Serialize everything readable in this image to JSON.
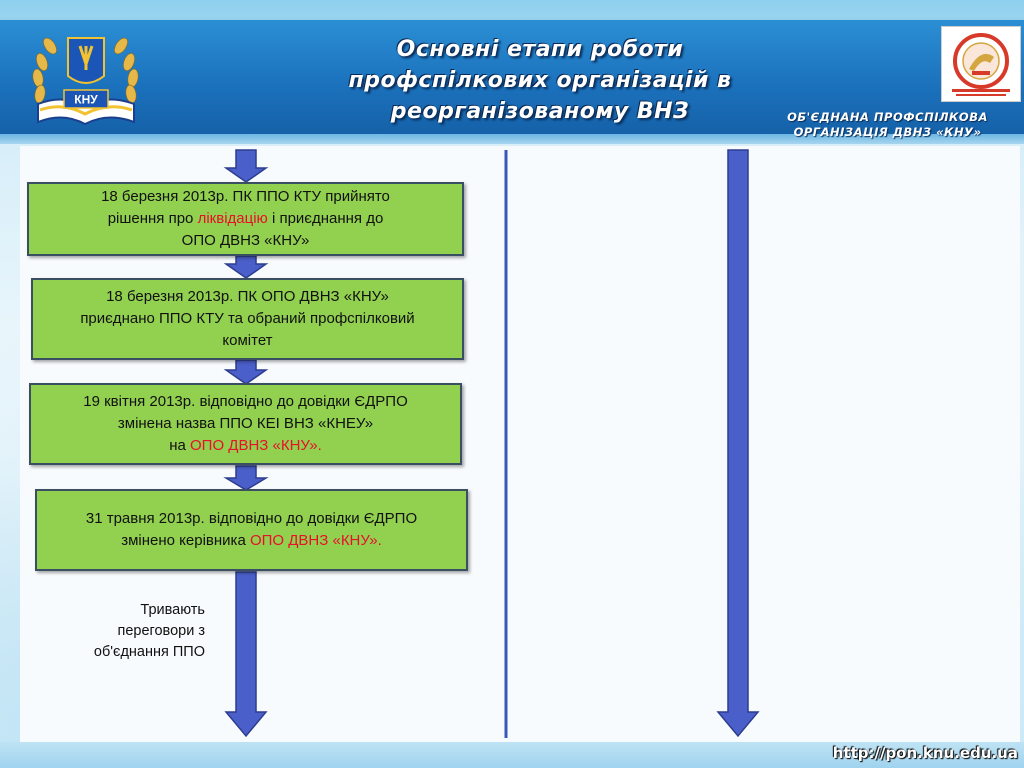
{
  "header": {
    "title_line1": "Основні етапи роботи",
    "title_line2": "профспілкових організацій в",
    "title_line3": "реорганізованому ВНЗ",
    "org_line1": "ОБ'ЄДНАНА ПРОФСПІЛКОВА",
    "org_line2": "ОРГАНІЗАЦІЯ  ДВНЗ «КНУ»",
    "logo_left_text": "КНУ"
  },
  "steps": [
    {
      "line1": "18 березня 2013р. ПК ППО КТУ прийнято",
      "line2_pre": "рішення про ",
      "line2_red": "ліквідацію",
      "line2_post": " і приєднання до",
      "line3": "ОПО ДВНЗ «КНУ»"
    },
    {
      "line1": "18 березня 2013р. ПК ОПО ДВНЗ «КНУ»",
      "line2": "приєднано ППО КТУ та обраний профспілковий",
      "line3": "комітет"
    },
    {
      "line1": "19 квітня 2013р. відповідно до довідки ЄДРПО",
      "line2": "змінена назва  ППО КЕІ ВНЗ «КНЕУ»",
      "line3_pre": "на ",
      "line3_red": "ОПО ДВНЗ «КНУ»."
    },
    {
      "line1": "31 травня 2013р. відповідно до довідки ЄДРПО",
      "line2_pre": "змінено керівника  ",
      "line2_red": "ОПО ДВНЗ «КНУ»."
    }
  ],
  "note": {
    "line1": "Тривають",
    "line2": "переговори з",
    "line3": "об'єднання ППО"
  },
  "footer": {
    "url": "http://pon.knu.edu.ua"
  },
  "colors": {
    "header_blue": "#1c72bd",
    "box_green": "#92d050",
    "arrow_blue": "#4a5fc9",
    "accent_red": "#e8102a"
  }
}
